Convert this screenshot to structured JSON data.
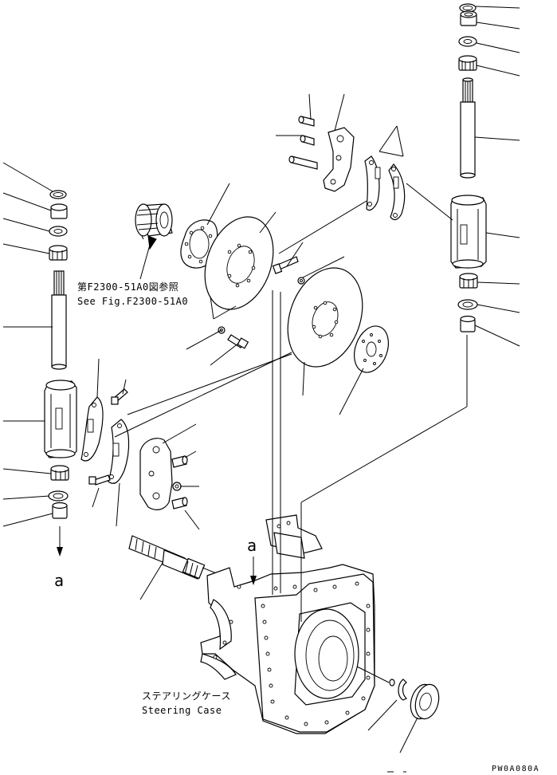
{
  "reference": {
    "line_jp": "第F2300-51A0図参照",
    "line_en": "See Fig.F2300-51A0"
  },
  "case_label": {
    "line_jp": "ステアリングケース",
    "line_en": "Steering Case"
  },
  "markers": {
    "a_top": "a",
    "a_left": "a"
  },
  "drawing_code": "PW0A080A"
}
